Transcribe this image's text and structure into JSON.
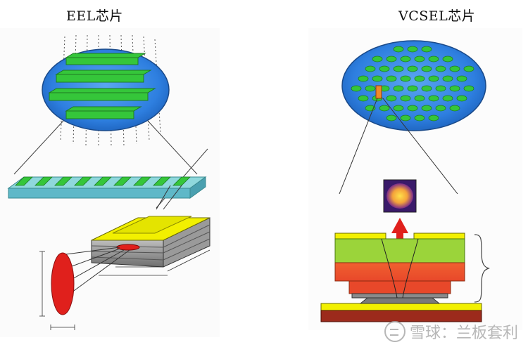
{
  "titles": {
    "eel": "EEL芯片",
    "vcsel": "VCSEL芯片"
  },
  "watermark": {
    "text": "雪球：兰板套利"
  },
  "colors": {
    "wafer_blue": "#2e7fe0",
    "emitter_green": "#35c63a",
    "laser_red": "#e0201c",
    "layer_yellow": "#f2f000",
    "layer_green": "#9bd43a",
    "layer_orange": "#f0642a",
    "substrate_teal": "#7fd3d8",
    "base_brown": "#9c2a1c"
  }
}
